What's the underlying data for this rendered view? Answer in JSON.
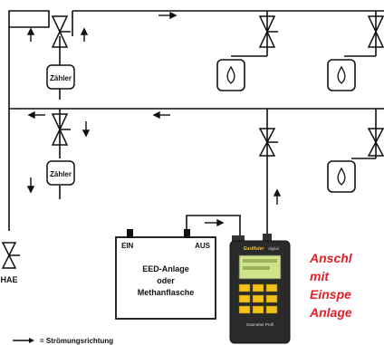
{
  "meters": {
    "label": "Zähler"
  },
  "hae": {
    "label": "HAE"
  },
  "source_box": {
    "ein_label": "EIN",
    "aus_label": "AUS",
    "line1": "EED-Anlage",
    "line2": "oder",
    "line3": "Methanflasche"
  },
  "legend": {
    "text": "= Strömungsrichtung"
  },
  "device": {
    "brand": "GasMeter",
    "model": "digital",
    "footer": "Gasmeter Profi"
  },
  "caption": {
    "line1": "Anschl",
    "line2": "mit",
    "line3": "Einspe",
    "line4": "Anlage"
  },
  "colors": {
    "accent_red": "#e0202a",
    "device_body": "#2a2a2a",
    "device_display": "#cfe38a",
    "device_keys": "#f2c21b"
  }
}
